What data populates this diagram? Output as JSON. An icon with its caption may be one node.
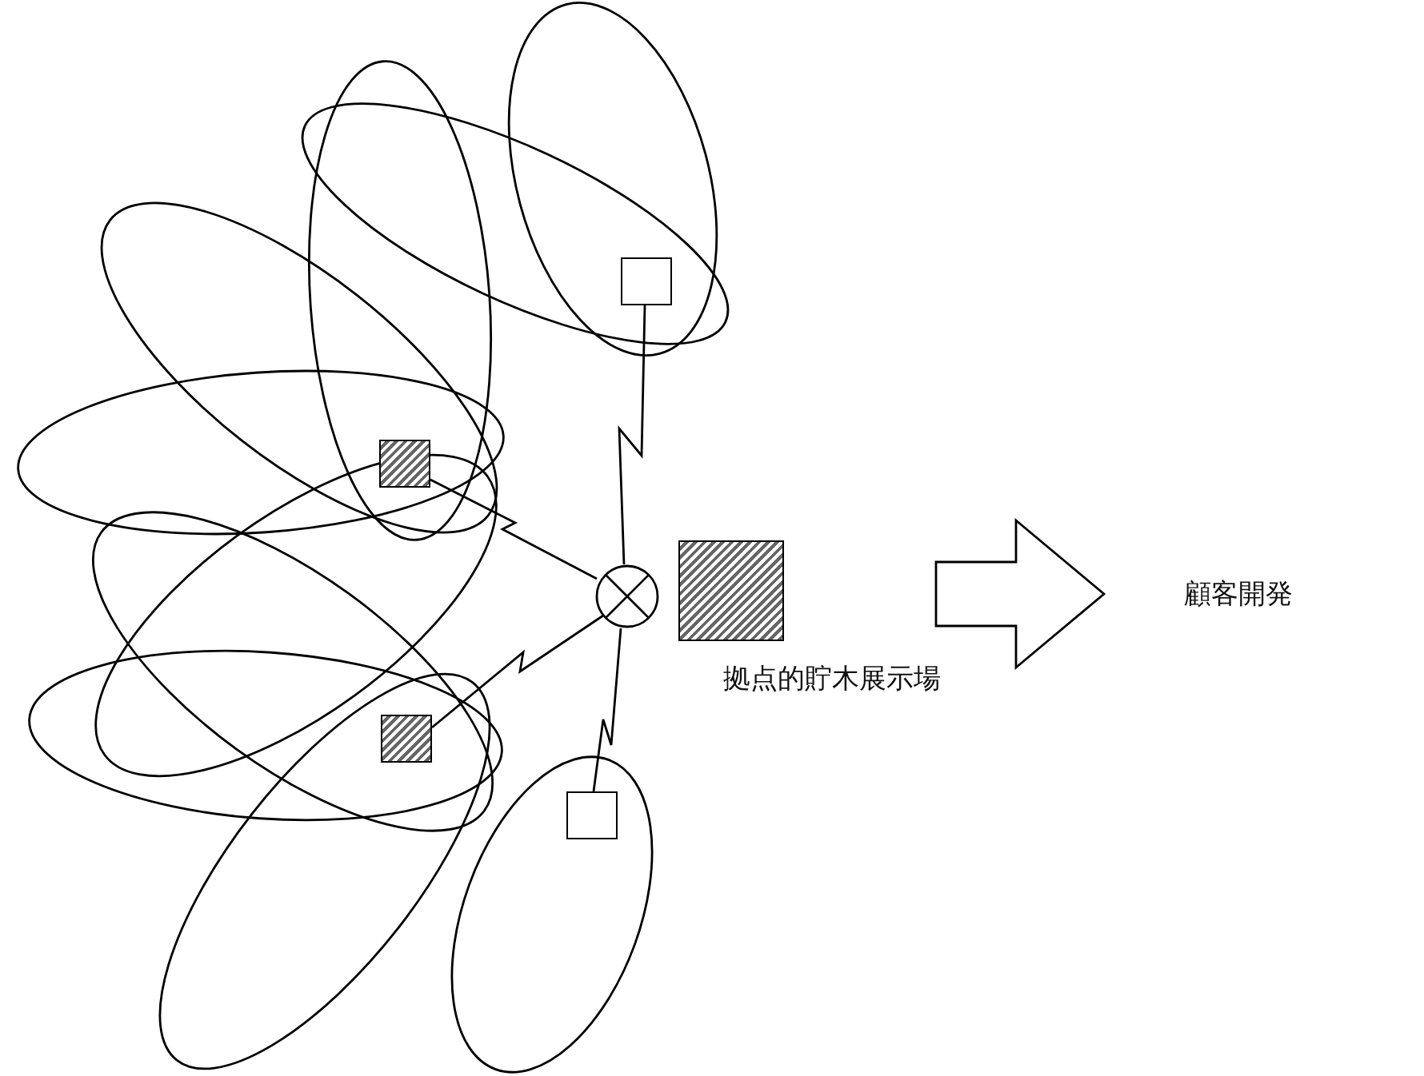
{
  "diagram": {
    "nodes": [
      {
        "text": [],
        "shape": "box"
      },
      {
        "text": [],
        "shape": "box"
      },
      {
        "text": [],
        "shape": "circle"
      },
      {
        "text": [],
        "shape": "box",
        "beside": [
          "拠点的貯木展示場"
        ]
      },
      {
        "text": [],
        "shape": "box"
      },
      {
        "text": [],
        "shape": "box"
      },
      {
        "text": [
          "顧客開発"
        ]
      }
    ],
    "edges": [
      {
        "from": 0,
        "to": 2,
        "arrow": "none"
      },
      {
        "from": 1,
        "to": 2,
        "arrow": "none"
      },
      {
        "from": 4,
        "to": 2,
        "arrow": "none"
      },
      {
        "from": 5,
        "to": 2,
        "arrow": "none"
      },
      {
        "from": 3,
        "to": 6,
        "arrow": "to",
        "style": "thick"
      }
    ]
  }
}
